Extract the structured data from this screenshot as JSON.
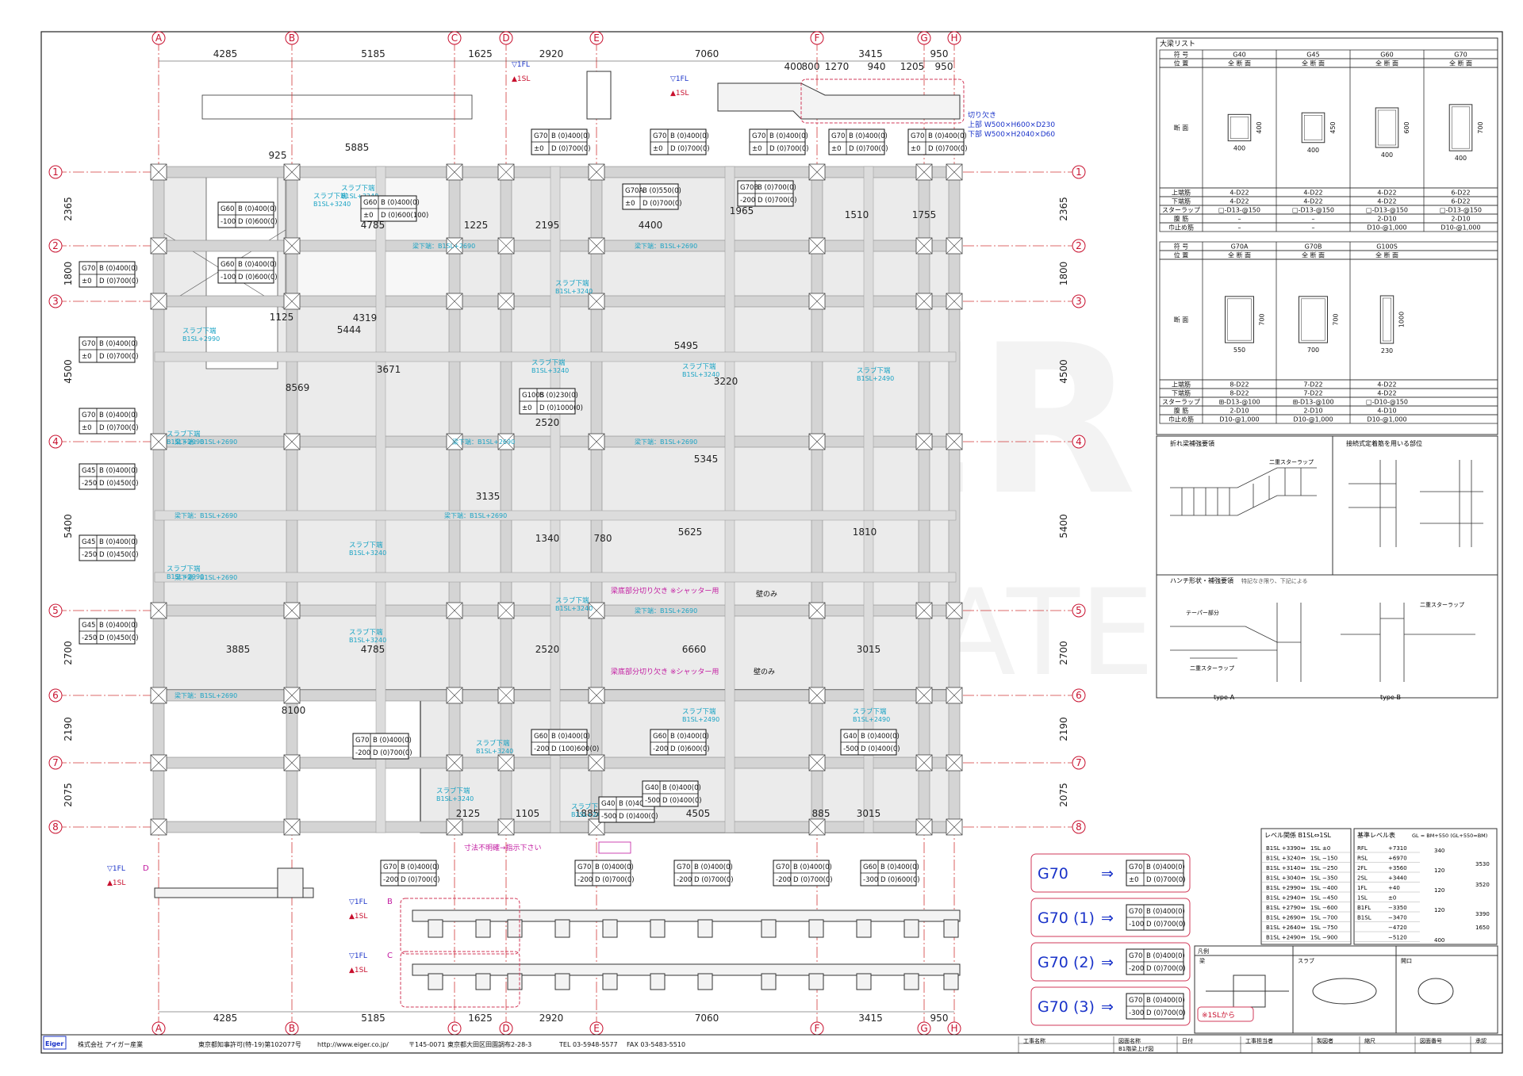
{
  "grid": {
    "columns": [
      "A",
      "B",
      "C",
      "D",
      "E",
      "F",
      "G",
      "H"
    ],
    "rows": [
      "1",
      "2",
      "3",
      "4",
      "5",
      "6",
      "7",
      "8"
    ],
    "col_dims_top": [
      "4285",
      "5185",
      "1625",
      "2920",
      "7060",
      "3415",
      "950"
    ],
    "col_dims_bottom": [
      "4285",
      "5185",
      "1625",
      "2920",
      "7060",
      "3415",
      "950"
    ],
    "row_dims": [
      "2365",
      "1800",
      "4500",
      "5400",
      "2700",
      "2190",
      "2075"
    ]
  },
  "sections": {
    "level_marks": [
      "▽1FL",
      "▲1SL"
    ],
    "aa_top_dims": [
      "400",
      "800",
      "1270",
      "940",
      "1205",
      "950"
    ],
    "aa_note_title": "切り欠き",
    "aa_note_top": "上部 W500×H600×D230",
    "aa_note_bottom": "下部 W500×H2040×D60",
    "section_B_label": "B",
    "section_C_label": "C",
    "section_D_label": "D"
  },
  "plan": {
    "beam_callouts": [
      {
        "id": "g70-top-1",
        "name": "G70",
        "lvl": "±0",
        "b": "B (0)400(0)",
        "d": "D (0)700(0)"
      },
      {
        "id": "g70-top-2",
        "name": "G70",
        "lvl": "±0",
        "b": "B (0)400(0)",
        "d": "D (0)700(0)"
      },
      {
        "id": "g70-top-3",
        "name": "G70",
        "lvl": "±0",
        "b": "B (0)400(0)",
        "d": "D (0)700(0)"
      },
      {
        "id": "g70-top-4",
        "name": "G70",
        "lvl": "±0",
        "b": "B (0)400(0)",
        "d": "D (0)700(0)"
      },
      {
        "id": "g70-top-5",
        "name": "G70",
        "lvl": "±0",
        "b": "B (0)400(0)",
        "d": "D (0)700(0)"
      },
      {
        "id": "g60-left-1",
        "name": "G60",
        "lvl": "-100",
        "b": "B (0)400(0)",
        "d": "D (0)600(0)"
      },
      {
        "id": "g60-left-2",
        "name": "G60",
        "lvl": "-100",
        "b": "B (0)400(0)",
        "d": "D (0)600(0)"
      },
      {
        "id": "g70-left-1",
        "name": "G70",
        "lvl": "±0",
        "b": "B (0)400(0)",
        "d": "D (0)700(0)"
      },
      {
        "id": "g70-left-2",
        "name": "G70",
        "lvl": "±0",
        "b": "B (0)400(0)",
        "d": "D (0)700(0)"
      },
      {
        "id": "g70-left-3",
        "name": "G70",
        "lvl": "±0",
        "b": "B (0)400(0)",
        "d": "D (0)700(0)"
      },
      {
        "id": "g45-left-1",
        "name": "G45",
        "lvl": "-250",
        "b": "B (0)400(0)",
        "d": "D (0)450(0)"
      },
      {
        "id": "g45-left-2",
        "name": "G45",
        "lvl": "-250",
        "b": "B (0)400(0)",
        "d": "D (0)450(0)"
      },
      {
        "id": "g45-left-3",
        "name": "G45",
        "lvl": "-250",
        "b": "B (0)400(0)",
        "d": "D (0)450(0)"
      },
      {
        "id": "g60-mid",
        "name": "G60",
        "lvl": "±0",
        "b": "B (0)400(0)",
        "d": "D (0)600(100)"
      },
      {
        "id": "g70a-mid",
        "name": "G70A",
        "lvl": "±0",
        "b": "B (0)550(0)",
        "d": "D (0)700(0)"
      },
      {
        "id": "g70b-mid",
        "name": "G70B",
        "lvl": "-200",
        "b": "B (0)700(0)",
        "d": "D (0)700(0)"
      },
      {
        "id": "g100s-mid",
        "name": "G100S",
        "lvl": "±0",
        "b": "B (0)230(0)",
        "d": "D (0)1000(0)"
      },
      {
        "id": "g70-bot-1",
        "name": "G70",
        "lvl": "-200",
        "b": "B (0)400(0)",
        "d": "D (0)700(0)"
      },
      {
        "id": "g40-bot-1",
        "name": "G40",
        "lvl": "-500",
        "b": "B (0)400(0)",
        "d": "D (0)400(0)"
      },
      {
        "id": "g70-bot-2",
        "name": "G70",
        "lvl": "-200",
        "b": "B (0)400(0)",
        "d": "D (0)700(0)"
      },
      {
        "id": "g70-bot-3",
        "name": "G70",
        "lvl": "-200",
        "b": "B (0)400(0)",
        "d": "D (0)700(0)"
      },
      {
        "id": "g70-bot-4",
        "name": "G70",
        "lvl": "-200",
        "b": "B (0)400(0)",
        "d": "D (0)700(0)"
      },
      {
        "id": "g70-bot-5",
        "name": "G70",
        "lvl": "-200",
        "b": "B (0)400(0)",
        "d": "D (0)700(0)"
      },
      {
        "id": "g60-in-1",
        "name": "G60",
        "lvl": "-300",
        "b": "B (0)400(0)",
        "d": "D (0)600(0)"
      },
      {
        "id": "g60-in-2",
        "name": "G60",
        "lvl": "-200",
        "b": "B (0)400(0)",
        "d": "D (100)600(0)"
      },
      {
        "id": "g60-in-3",
        "name": "G60",
        "lvl": "-200",
        "b": "B (0)400(0)",
        "d": "D (0)600(0)"
      },
      {
        "id": "g40-in-1",
        "name": "G40",
        "lvl": "-500",
        "b": "B (0)400(0)",
        "d": "D (0)400(0)"
      },
      {
        "id": "g40-in-2",
        "name": "G40",
        "lvl": "-500",
        "b": "B (0)400(0)",
        "d": "D (0)400(0)"
      }
    ],
    "slab_note": "スラブ下端",
    "slab_level_1": "B1SL+3240",
    "slab_level_2": "B1SL+2990",
    "slab_level_3": "B1SL+2490",
    "beam_bottom_note": "梁下端：B1SL+2690",
    "wall_only": "壁のみ",
    "shutter_note": "梁底部分切り欠き ※シャッター用",
    "dimension_missing": "寸法不明確→指示下さい",
    "plan_dims": [
      "5885",
      "925",
      "4785",
      "2195",
      "4400",
      "1965",
      "1510",
      "1755",
      "1225",
      "4319",
      "1125",
      "5444",
      "3671",
      "8569",
      "2520",
      "5495",
      "3220",
      "5345",
      "3135",
      "5625",
      "1340",
      "780",
      "1810",
      "3885",
      "4785",
      "2520",
      "6660",
      "3015",
      "8100",
      "2125",
      "1105",
      "1885",
      "4505",
      "885",
      "3015"
    ]
  },
  "beam_list": {
    "title": "大梁リスト",
    "row_labels": [
      "符 号",
      "位 置",
      "断 面",
      "上端筋",
      "下端筋",
      "スターラップ",
      "腹 筋",
      "巾止め筋"
    ],
    "position": "全 断 面",
    "table1": [
      {
        "name": "G40",
        "w": "400",
        "h": "400",
        "top": "4-D22",
        "bot": "4-D22",
        "stir": "□-D13-@150",
        "web": "–",
        "tie": "–"
      },
      {
        "name": "G45",
        "w": "400",
        "h": "450",
        "top": "4-D22",
        "bot": "4-D22",
        "stir": "□-D13-@150",
        "web": "–",
        "tie": "–"
      },
      {
        "name": "G60",
        "w": "400",
        "h": "600",
        "top": "4-D22",
        "bot": "4-D22",
        "stir": "□-D13-@150",
        "web": "2-D10",
        "tie": "D10-@1,000"
      },
      {
        "name": "G70",
        "w": "400",
        "h": "700",
        "top": "6-D22",
        "bot": "6-D22",
        "stir": "□-D13-@150",
        "web": "2-D10",
        "tie": "D10-@1,000"
      }
    ],
    "table2": [
      {
        "name": "G70A",
        "w": "550",
        "h": "700",
        "top": "8-D22",
        "bot": "8-D22",
        "stir": "⊞-D13-@100",
        "web": "2-D10",
        "tie": "D10-@1,000"
      },
      {
        "name": "G70B",
        "w": "700",
        "h": "700",
        "top": "7-D22",
        "bot": "7-D22",
        "stir": "⊞-D13-@100",
        "web": "2-D10",
        "tie": "D10-@1,000"
      },
      {
        "name": "G100S",
        "w": "230",
        "h": "1000",
        "top": "4-D22",
        "bot": "4-D22",
        "stir": "□-D10-@150",
        "web": "4-D10",
        "tie": "D10-@1,000"
      }
    ]
  },
  "details": {
    "bent_beam_title": "折れ梁補強要領",
    "special_stirrup_title": "接続式定着筋を用いる部位",
    "haunch_title": "ハンチ形状・補強要領",
    "haunch_note": "特記なき限り、下記による",
    "type_a": "type-A",
    "type_b": "type-B",
    "stirrup_label": "二重スターラップ",
    "taper_label": "テーパー部分"
  },
  "levels": {
    "title1": "レベル関係 B1SL⇔1SL",
    "rows1": [
      [
        "B1SL +3390",
        "⇔",
        "1SL ±0"
      ],
      [
        "B1SL +3240",
        "⇔",
        "1SL −150"
      ],
      [
        "B1SL +3140",
        "⇔",
        "1SL −250"
      ],
      [
        "B1SL +3040",
        "⇔",
        "1SL −350"
      ],
      [
        "B1SL +2990",
        "⇔",
        "1SL −400"
      ],
      [
        "B1SL +2940",
        "⇔",
        "1SL −450"
      ],
      [
        "B1SL +2790",
        "⇔",
        "1SL −600"
      ],
      [
        "B1SL +2690",
        "⇔",
        "1SL −700"
      ],
      [
        "B1SL +2640",
        "⇔",
        "1SL −750"
      ],
      [
        "B1SL +2490",
        "⇔",
        "1SL −900"
      ]
    ],
    "title2": "基準レベル表",
    "gl_note": "GL = BM+550 (GL+550=BM)",
    "rows2": [
      [
        "RFL",
        "+7310"
      ],
      [
        "RSL",
        "+6970"
      ],
      [
        "2FL",
        "+3560"
      ],
      [
        "2SL",
        "+3440"
      ],
      [
        "1FL",
        "+40"
      ],
      [
        "1SL",
        "±0"
      ],
      [
        "B1FL",
        "−3350"
      ],
      [
        "B1SL",
        "−3470"
      ],
      [
        "",
        "−4720"
      ],
      [
        "",
        "−5120"
      ]
    ],
    "side_dims": [
      "340",
      "120",
      "3530",
      "120",
      "3520",
      "120",
      "3390",
      "1650",
      "400"
    ]
  },
  "legend": {
    "items": [
      {
        "label": "G70",
        "lvl": "±0",
        "b": "B (0)400(0)",
        "d": "D (0)700(0)"
      },
      {
        "label": "G70 (1)",
        "lvl": "-100",
        "b": "B (0)400(0)",
        "d": "D (0)700(0)"
      },
      {
        "label": "G70 (2)",
        "lvl": "-200",
        "b": "B (0)400(0)",
        "d": "D (0)700(0)"
      },
      {
        "label": "G70 (3)",
        "lvl": "-300",
        "b": "B (0)400(0)",
        "d": "D (0)700(0)"
      }
    ],
    "arrow": "⇒",
    "legend_title": "凡例",
    "col_beam": "梁",
    "col_slab": "スラブ",
    "col_opening": "開口",
    "note_1sl": "※1SLから"
  },
  "footer": {
    "company": "株式会社 アイガー産業",
    "license": "東京都知事許可(特-19)第102077号",
    "url": "http://www.eiger.co.jp/",
    "address": "〒145-0071 東京都大田区田園調布2-28-3",
    "tel": "TEL 03-5948-5577",
    "fax": "FAX 03-5483-5510",
    "logo": "Eiger",
    "fields": [
      "工事名称",
      "図面名称",
      "日付",
      "工事担当者",
      "製図者",
      "縮尺",
      "図面番号",
      "承認"
    ],
    "drawing_name": "B1階梁上げ図"
  },
  "watermark": {
    "line1": "EIGER",
    "line2": "CORPORATE"
  }
}
